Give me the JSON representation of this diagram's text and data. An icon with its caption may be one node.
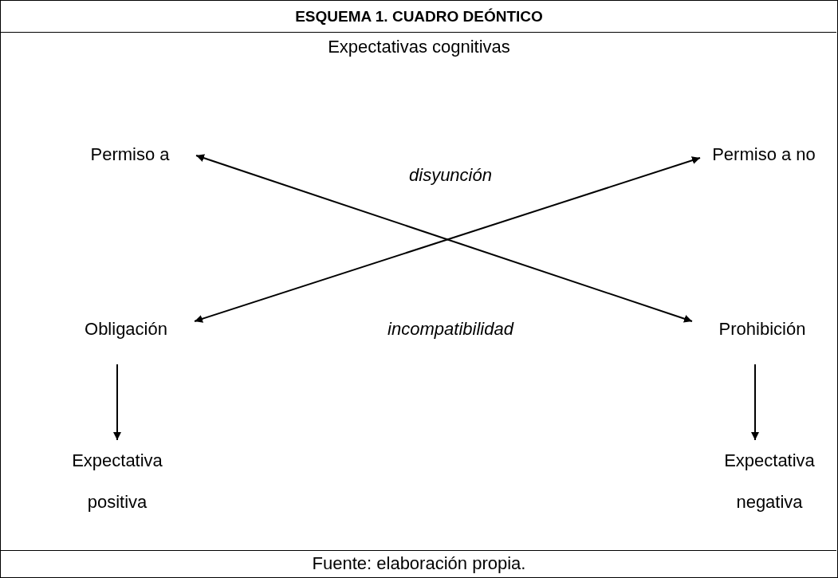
{
  "diagram": {
    "title": "ESQUEMA 1. CUADRO DEÓNTICO",
    "nodes": [
      {
        "text": [
          "Permiso a"
        ]
      },
      {
        "text": [
          "Permiso a no"
        ]
      },
      {
        "text": [
          "Obligación"
        ]
      },
      {
        "text": [
          "Prohibición"
        ]
      },
      {
        "text": [
          "Expectativa positiva"
        ]
      },
      {
        "text": [
          "Expectativa negativa"
        ]
      }
    ],
    "edges": [
      {
        "from": 0,
        "to": 3,
        "arrow": "both"
      },
      {
        "from": 1,
        "to": 2,
        "arrow": "both"
      },
      {
        "from": 2,
        "to": 4,
        "arrow": "to"
      },
      {
        "from": 3,
        "to": 5,
        "arrow": "to"
      }
    ],
    "labels": [
      "Expectativas cognitivas",
      "disyunción",
      "incompatibilidad"
    ],
    "caption": "Fuente: elaboración propia."
  }
}
